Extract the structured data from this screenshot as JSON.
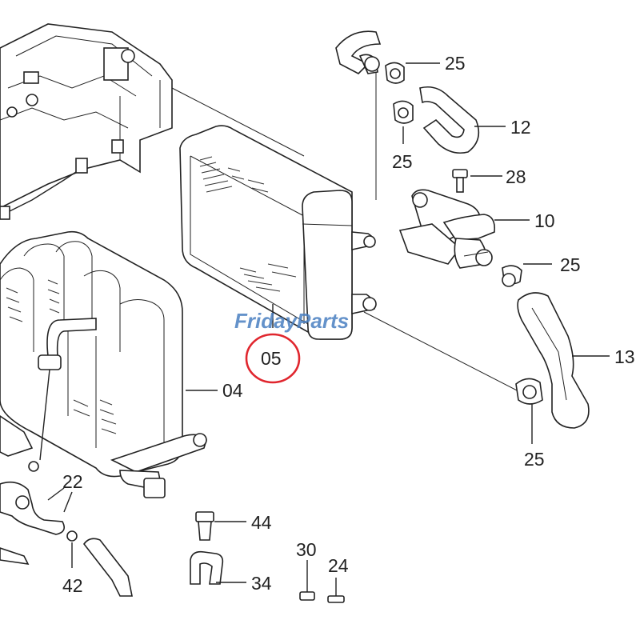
{
  "diagram": {
    "callouts": {
      "c25a": "25",
      "c12": "12",
      "c25b": "25",
      "c28": "28",
      "c10": "10",
      "c25c": "25",
      "c13": "13",
      "c25d": "25",
      "c05": "05",
      "c04": "04",
      "c22": "22",
      "c44": "44",
      "c42": "42",
      "c30": "30",
      "c24": "24",
      "c34": "34"
    },
    "highlight_color": "#e0262e"
  },
  "watermark": {
    "brand_part1": "Friday",
    "brand_part2": "Parts",
    "color_blue": "#4a7fc1",
    "color_orange": "#f29a1e"
  }
}
